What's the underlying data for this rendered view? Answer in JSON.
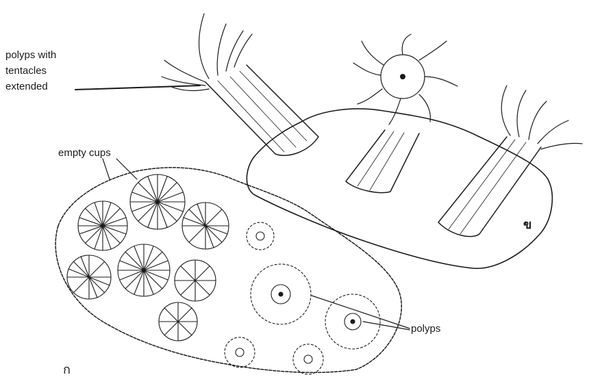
{
  "labels": {
    "polyps_with_line1": "polyps with",
    "polyps_with_line2": "tentacles",
    "polyps_with_line3": "extended",
    "empty_cups": "empty cups",
    "polyps": "polyps",
    "panel_a": "ก",
    "panel_b": "ข"
  },
  "colors": {
    "ink": "#1a1a1a",
    "background": "#ffffff"
  }
}
